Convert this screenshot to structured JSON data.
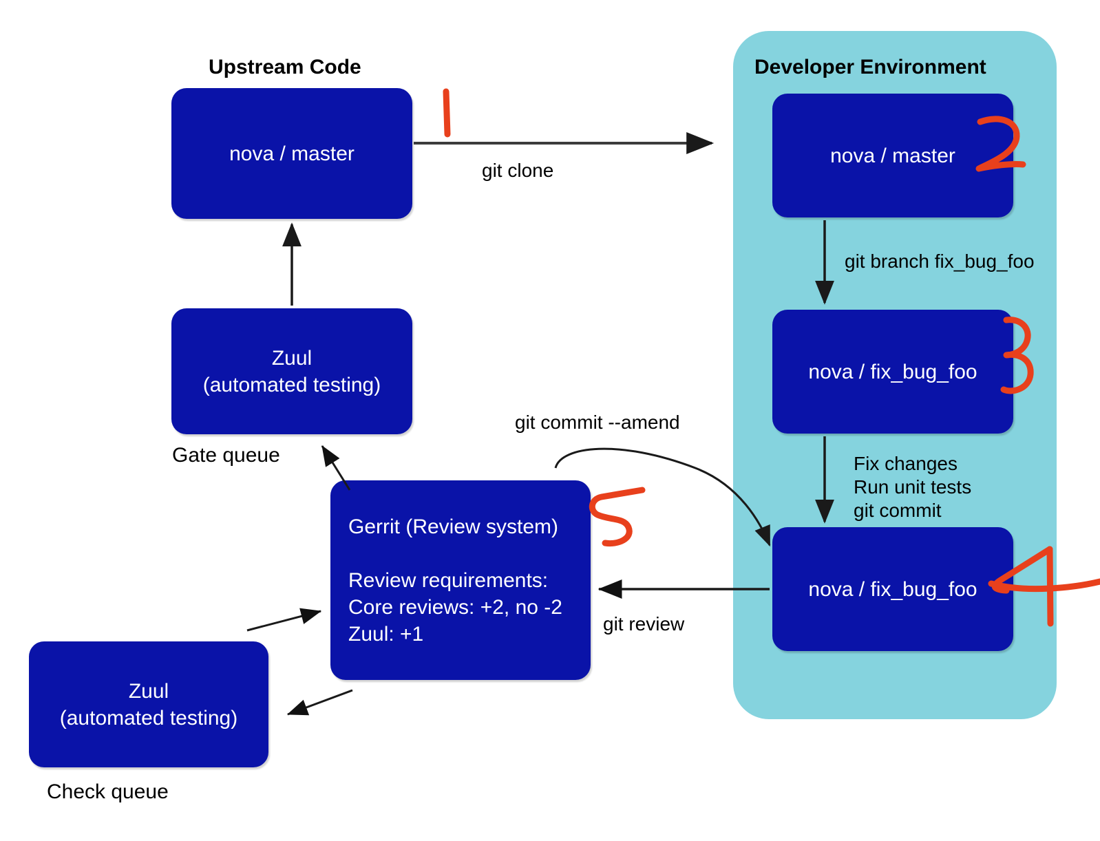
{
  "diagram": {
    "title_upstream": "Upstream Code",
    "title_developer": "Developer Environment"
  },
  "nodes": {
    "upstream_master": "nova / master",
    "upstream_zuul": "Zuul\n(automated testing)",
    "gerrit": "Gerrit (Review system)\n\nReview requirements:\nCore reviews: +2, no -2\nZuul: +1",
    "check_zuul": "Zuul\n(automated testing)",
    "dev_master": "nova / master",
    "dev_branch": "nova / fix_bug_foo",
    "dev_committed": "nova / fix_bug_foo"
  },
  "edge_labels": {
    "git_clone": "git clone",
    "git_branch": "git branch fix_bug_foo",
    "fix_changes": "Fix changes\nRun unit tests\ngit commit",
    "git_review": "git review",
    "git_commit_amend": "git commit --amend"
  },
  "captions": {
    "gate_queue": "Gate queue",
    "check_queue": "Check queue"
  },
  "annotations": [
    {
      "label": "1"
    },
    {
      "label": "2"
    },
    {
      "label": "3"
    },
    {
      "label": "4"
    },
    {
      "label": "5"
    }
  ],
  "colors": {
    "node_fill": "#0a13a8",
    "region_fill": "#85d3de",
    "annotation_red": "#e8401c",
    "text_on_node": "#ffffff",
    "text_plain": "#000000"
  }
}
